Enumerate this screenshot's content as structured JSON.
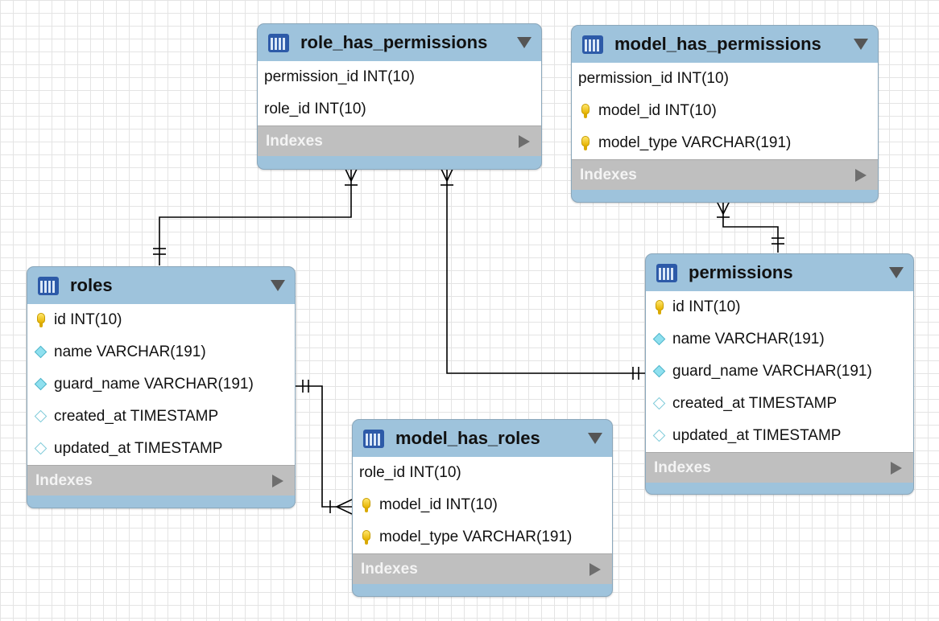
{
  "tables": {
    "role_has_permissions": {
      "name": "role_has_permissions",
      "columns": [
        {
          "label": "permission_id INT(10)",
          "icon": "none"
        },
        {
          "label": "role_id INT(10)",
          "icon": "none"
        }
      ],
      "indexes_label": "Indexes"
    },
    "model_has_permissions": {
      "name": "model_has_permissions",
      "columns": [
        {
          "label": "permission_id INT(10)",
          "icon": "none"
        },
        {
          "label": "model_id INT(10)",
          "icon": "primary-key-icon"
        },
        {
          "label": "model_type VARCHAR(191)",
          "icon": "primary-key-icon"
        }
      ],
      "indexes_label": "Indexes"
    },
    "roles": {
      "name": "roles",
      "columns": [
        {
          "label": "id INT(10)",
          "icon": "primary-key-icon"
        },
        {
          "label": "name VARCHAR(191)",
          "icon": "not-null-column-icon"
        },
        {
          "label": "guard_name VARCHAR(191)",
          "icon": "not-null-column-icon"
        },
        {
          "label": "created_at TIMESTAMP",
          "icon": "nullable-column-icon"
        },
        {
          "label": "updated_at TIMESTAMP",
          "icon": "nullable-column-icon"
        }
      ],
      "indexes_label": "Indexes"
    },
    "permissions": {
      "name": "permissions",
      "columns": [
        {
          "label": "id INT(10)",
          "icon": "primary-key-icon"
        },
        {
          "label": "name VARCHAR(191)",
          "icon": "not-null-column-icon"
        },
        {
          "label": "guard_name VARCHAR(191)",
          "icon": "not-null-column-icon"
        },
        {
          "label": "created_at TIMESTAMP",
          "icon": "nullable-column-icon"
        },
        {
          "label": "updated_at TIMESTAMP",
          "icon": "nullable-column-icon"
        }
      ],
      "indexes_label": "Indexes"
    },
    "model_has_roles": {
      "name": "model_has_roles",
      "columns": [
        {
          "label": "role_id INT(10)",
          "icon": "none"
        },
        {
          "label": "model_id INT(10)",
          "icon": "primary-key-icon"
        },
        {
          "label": "model_type VARCHAR(191)",
          "icon": "primary-key-icon"
        }
      ],
      "indexes_label": "Indexes"
    }
  },
  "relationships": [
    {
      "from": "roles",
      "to": "role_has_permissions",
      "from_cardinality": "one",
      "to_cardinality": "many"
    },
    {
      "from": "permissions",
      "to": "role_has_permissions",
      "from_cardinality": "one",
      "to_cardinality": "many"
    },
    {
      "from": "permissions",
      "to": "model_has_permissions",
      "from_cardinality": "one",
      "to_cardinality": "many"
    },
    {
      "from": "roles",
      "to": "model_has_roles",
      "from_cardinality": "one",
      "to_cardinality": "many"
    }
  ],
  "colors": {
    "header": "#9ec3dc",
    "indexes_bar": "#bfbfbf",
    "connector": "#000000",
    "grid": "#e4e4e4"
  }
}
